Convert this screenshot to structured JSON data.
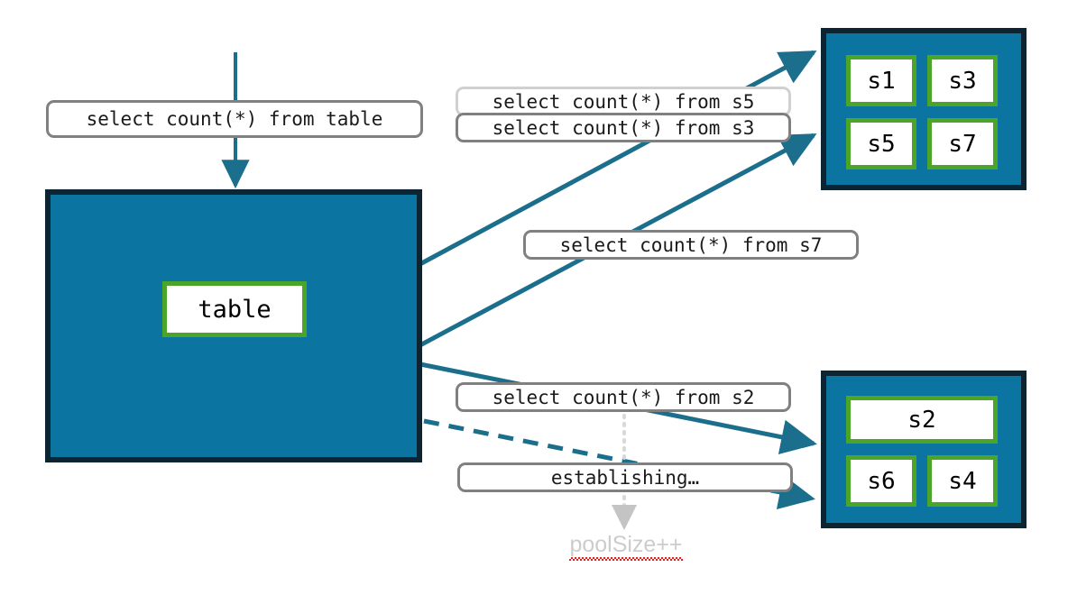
{
  "diagram": {
    "title": "sharded database connection pool diagram",
    "colors": {
      "node_fill": "#0c74a0",
      "node_border": "#0d2433",
      "shard_border": "#4ba528",
      "arrow": "#1b6e8c",
      "label_border": "#808080",
      "label_border_muted": "#d0d0d0",
      "ghost_text": "#cccccc",
      "spellcheck": "#ff0000"
    }
  },
  "source": {
    "incoming_query": "select count(*) from table",
    "node_label": "table"
  },
  "clusters": [
    {
      "id": "cluster-top",
      "shards": [
        "s1",
        "s3",
        "s5",
        "s7"
      ]
    },
    {
      "id": "cluster-bottom",
      "shards": [
        "s2",
        "s6",
        "s4"
      ]
    }
  ],
  "queries": [
    {
      "id": "q-s5",
      "text": "select count(*) from s5",
      "state": "muted"
    },
    {
      "id": "q-s3",
      "text": "select count(*) from s3",
      "state": "active"
    },
    {
      "id": "q-s7",
      "text": "select count(*) from s7",
      "state": "active"
    },
    {
      "id": "q-s2",
      "text": "select count(*) from s2",
      "state": "active"
    },
    {
      "id": "q-establishing",
      "text": "establishing…",
      "state": "active"
    }
  ],
  "annotation": {
    "pool_size": "poolSize++"
  }
}
